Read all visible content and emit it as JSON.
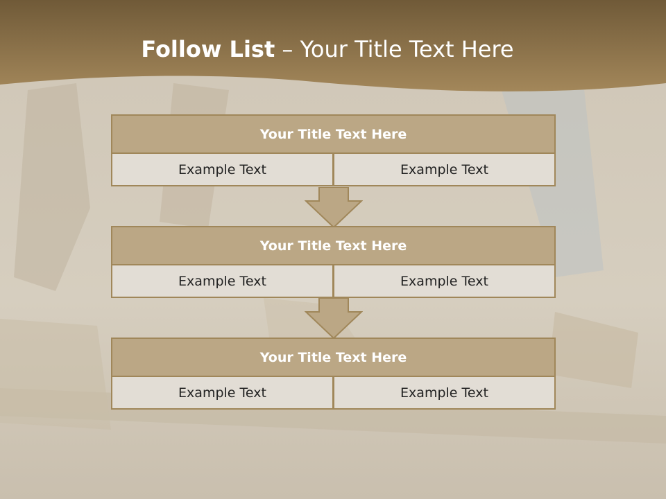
{
  "slide": {
    "title_bold": "Follow List",
    "title_rest": " – Your Title Text Here"
  },
  "steps": [
    {
      "title": "Your Title Text Here",
      "left": "Example Text",
      "right": "Example Text"
    },
    {
      "title": "Your Title Text Here",
      "left": "Example Text",
      "right": "Example Text"
    },
    {
      "title": "Your Title Text Here",
      "left": "Example Text",
      "right": "Example Text"
    }
  ],
  "colors": {
    "header_brown": "#8e7548",
    "block_head": "#bba785",
    "block_cell": "#e2ddd5",
    "border": "#a0875a"
  }
}
